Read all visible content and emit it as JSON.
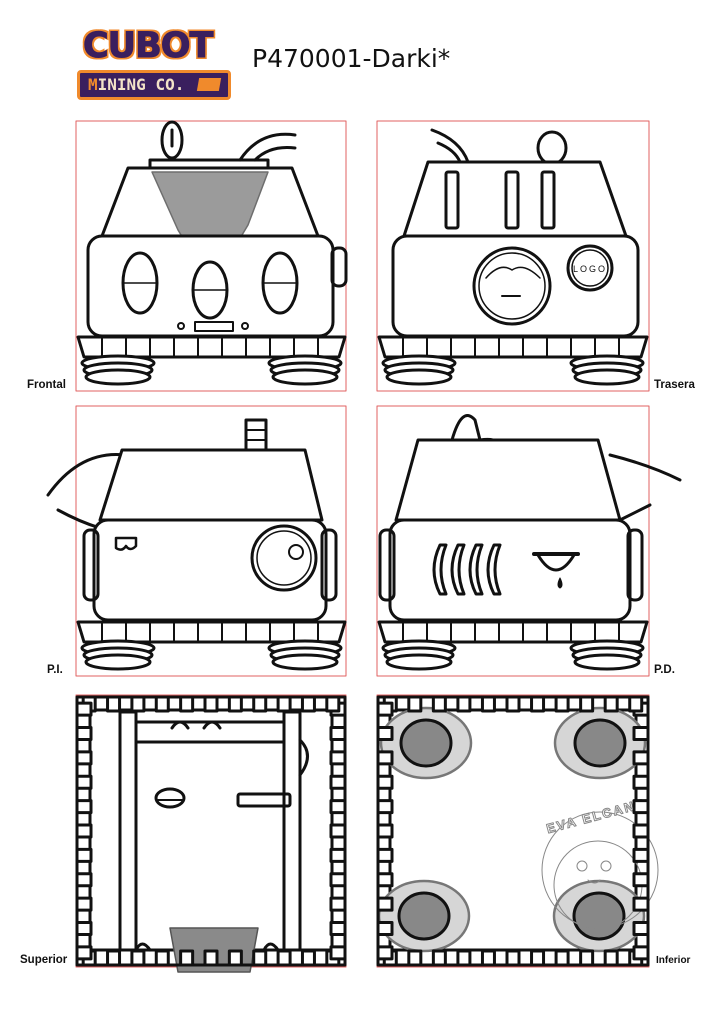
{
  "logo": {
    "line1": "CUBOT",
    "line2_first": "M",
    "line2_rest": "INING CO."
  },
  "title": "P470001-Darki*",
  "views": {
    "front": "Frontal",
    "back": "Trasera",
    "left": "P.I.",
    "right": "P.D.",
    "top": "Superior",
    "bottom": "Inferior"
  },
  "back_logo_text": "LOGO",
  "watermark": "EVA ELCANO",
  "colors": {
    "guide": "#e06060",
    "logo_purple": "#3a1f5e",
    "logo_orange": "#f08a2c",
    "face_gray": "#808080"
  }
}
